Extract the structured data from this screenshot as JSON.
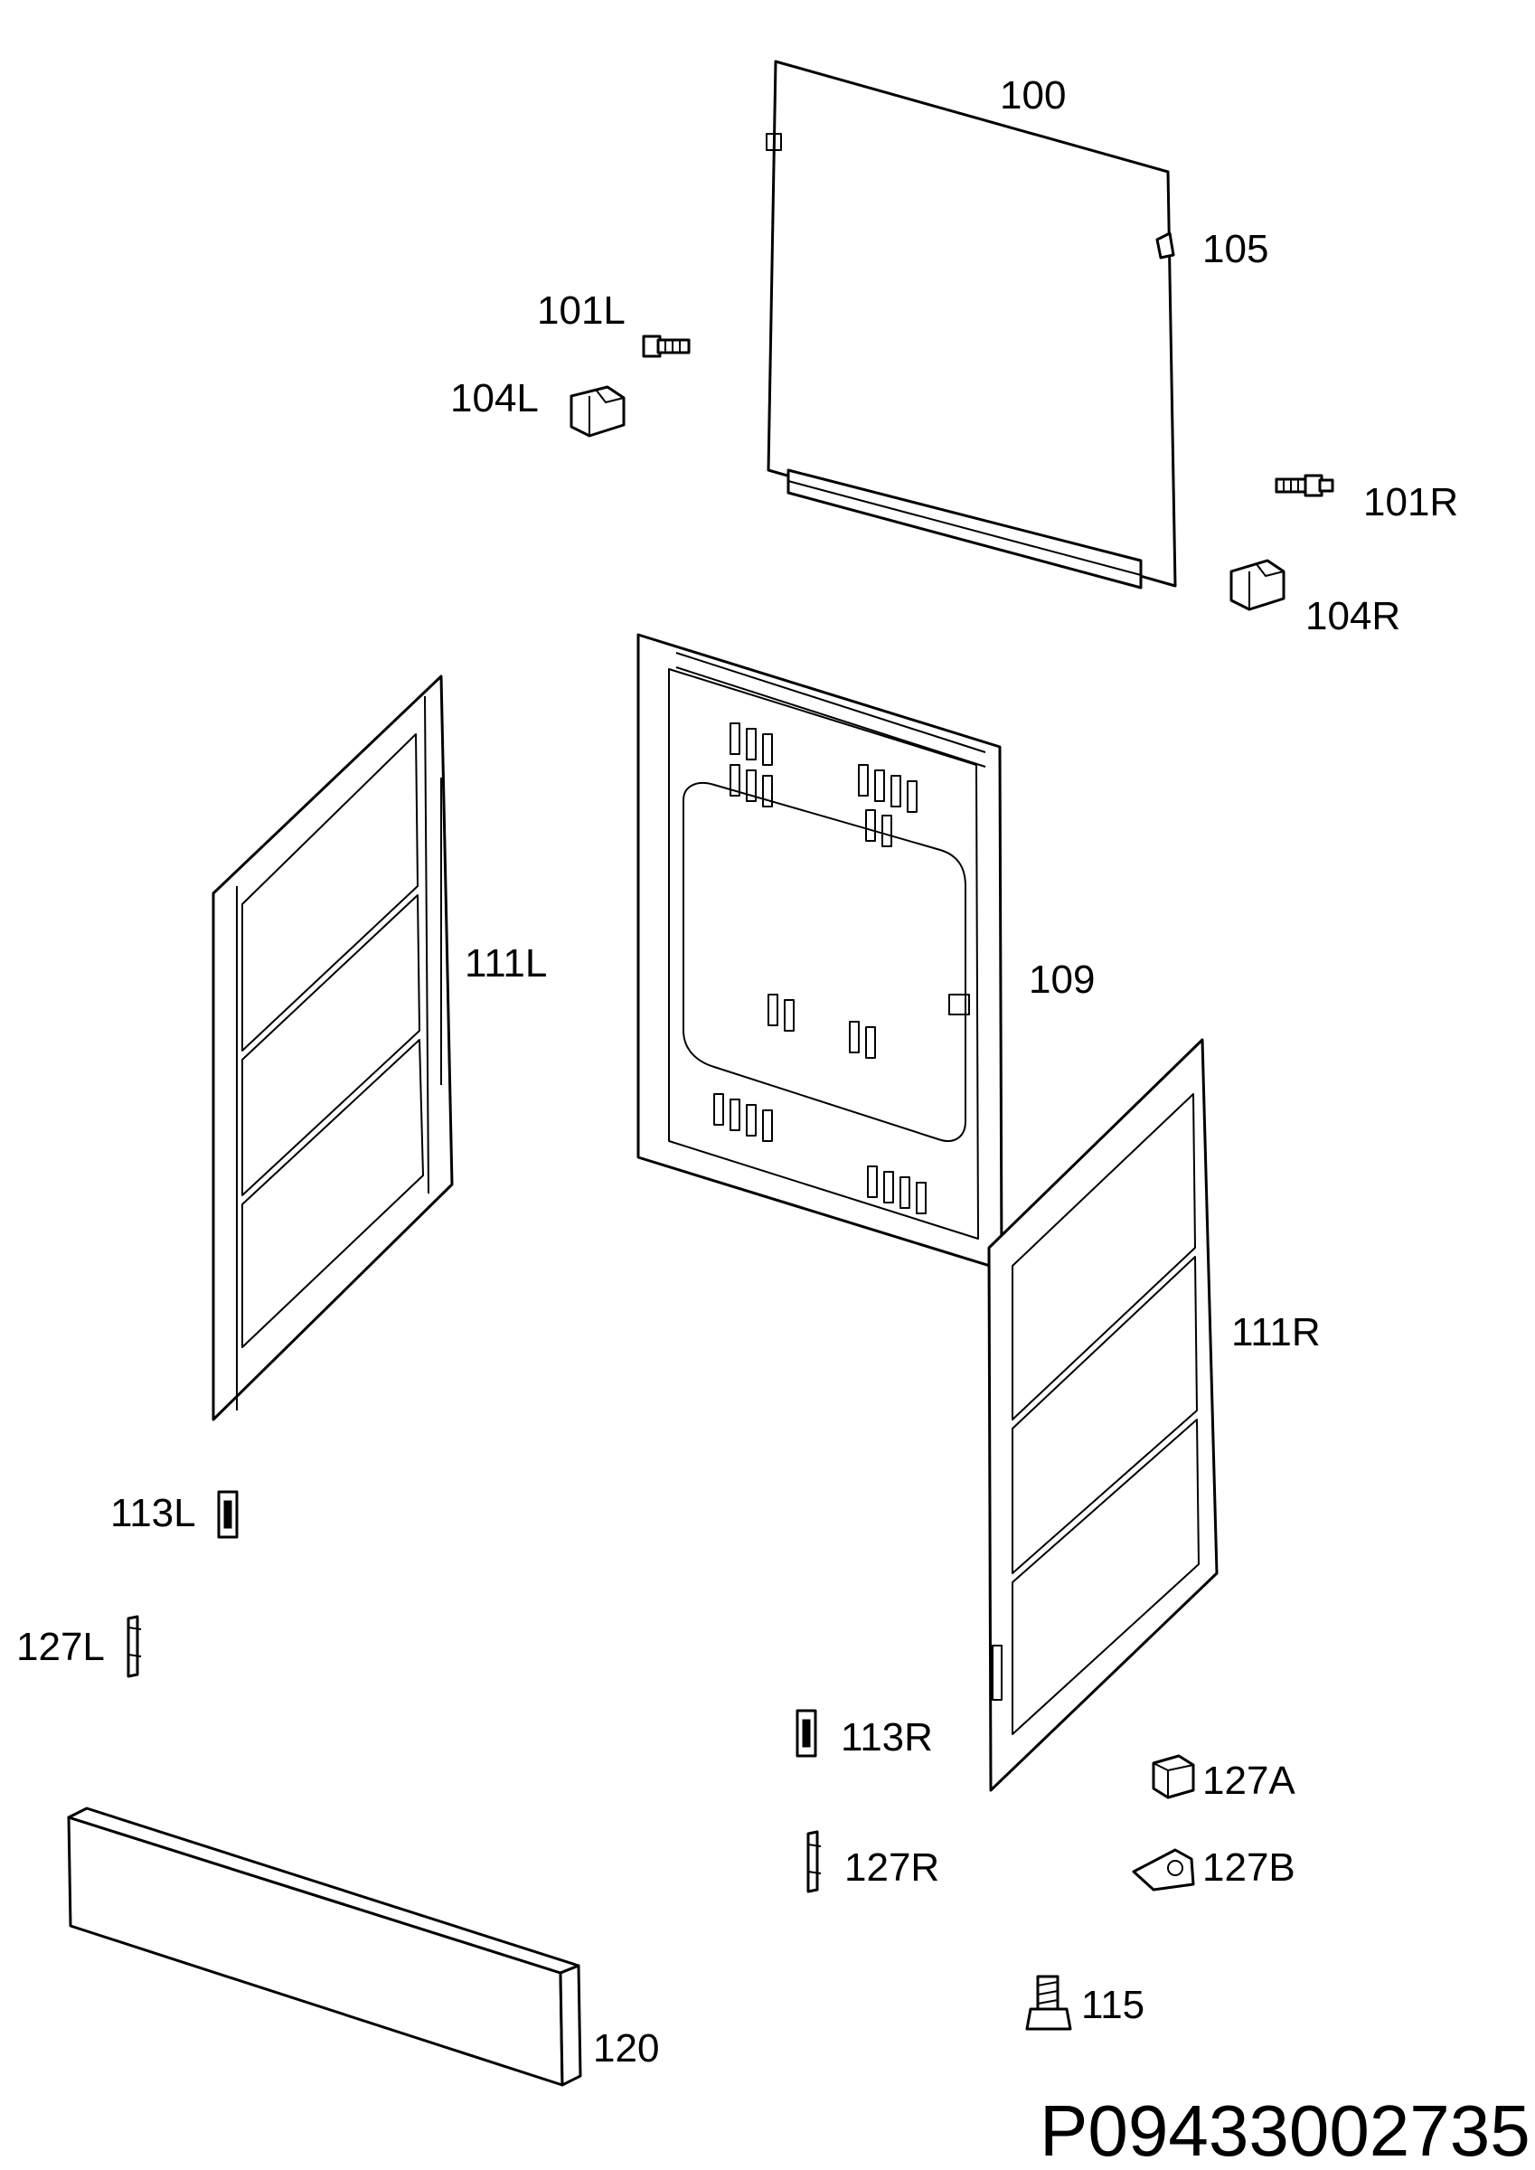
{
  "labels": {
    "p100": "100",
    "p101L": "101L",
    "p101R": "101R",
    "p104L": "104L",
    "p104R": "104R",
    "p105": "105",
    "p109": "109",
    "p111L": "111L",
    "p111R": "111R",
    "p113L": "113L",
    "p113R": "113R",
    "p115": "115",
    "p120": "120",
    "p127A": "127A",
    "p127B": "127B",
    "p127L": "127L",
    "p127R": "127R"
  },
  "reference_code": "P09433002735"
}
